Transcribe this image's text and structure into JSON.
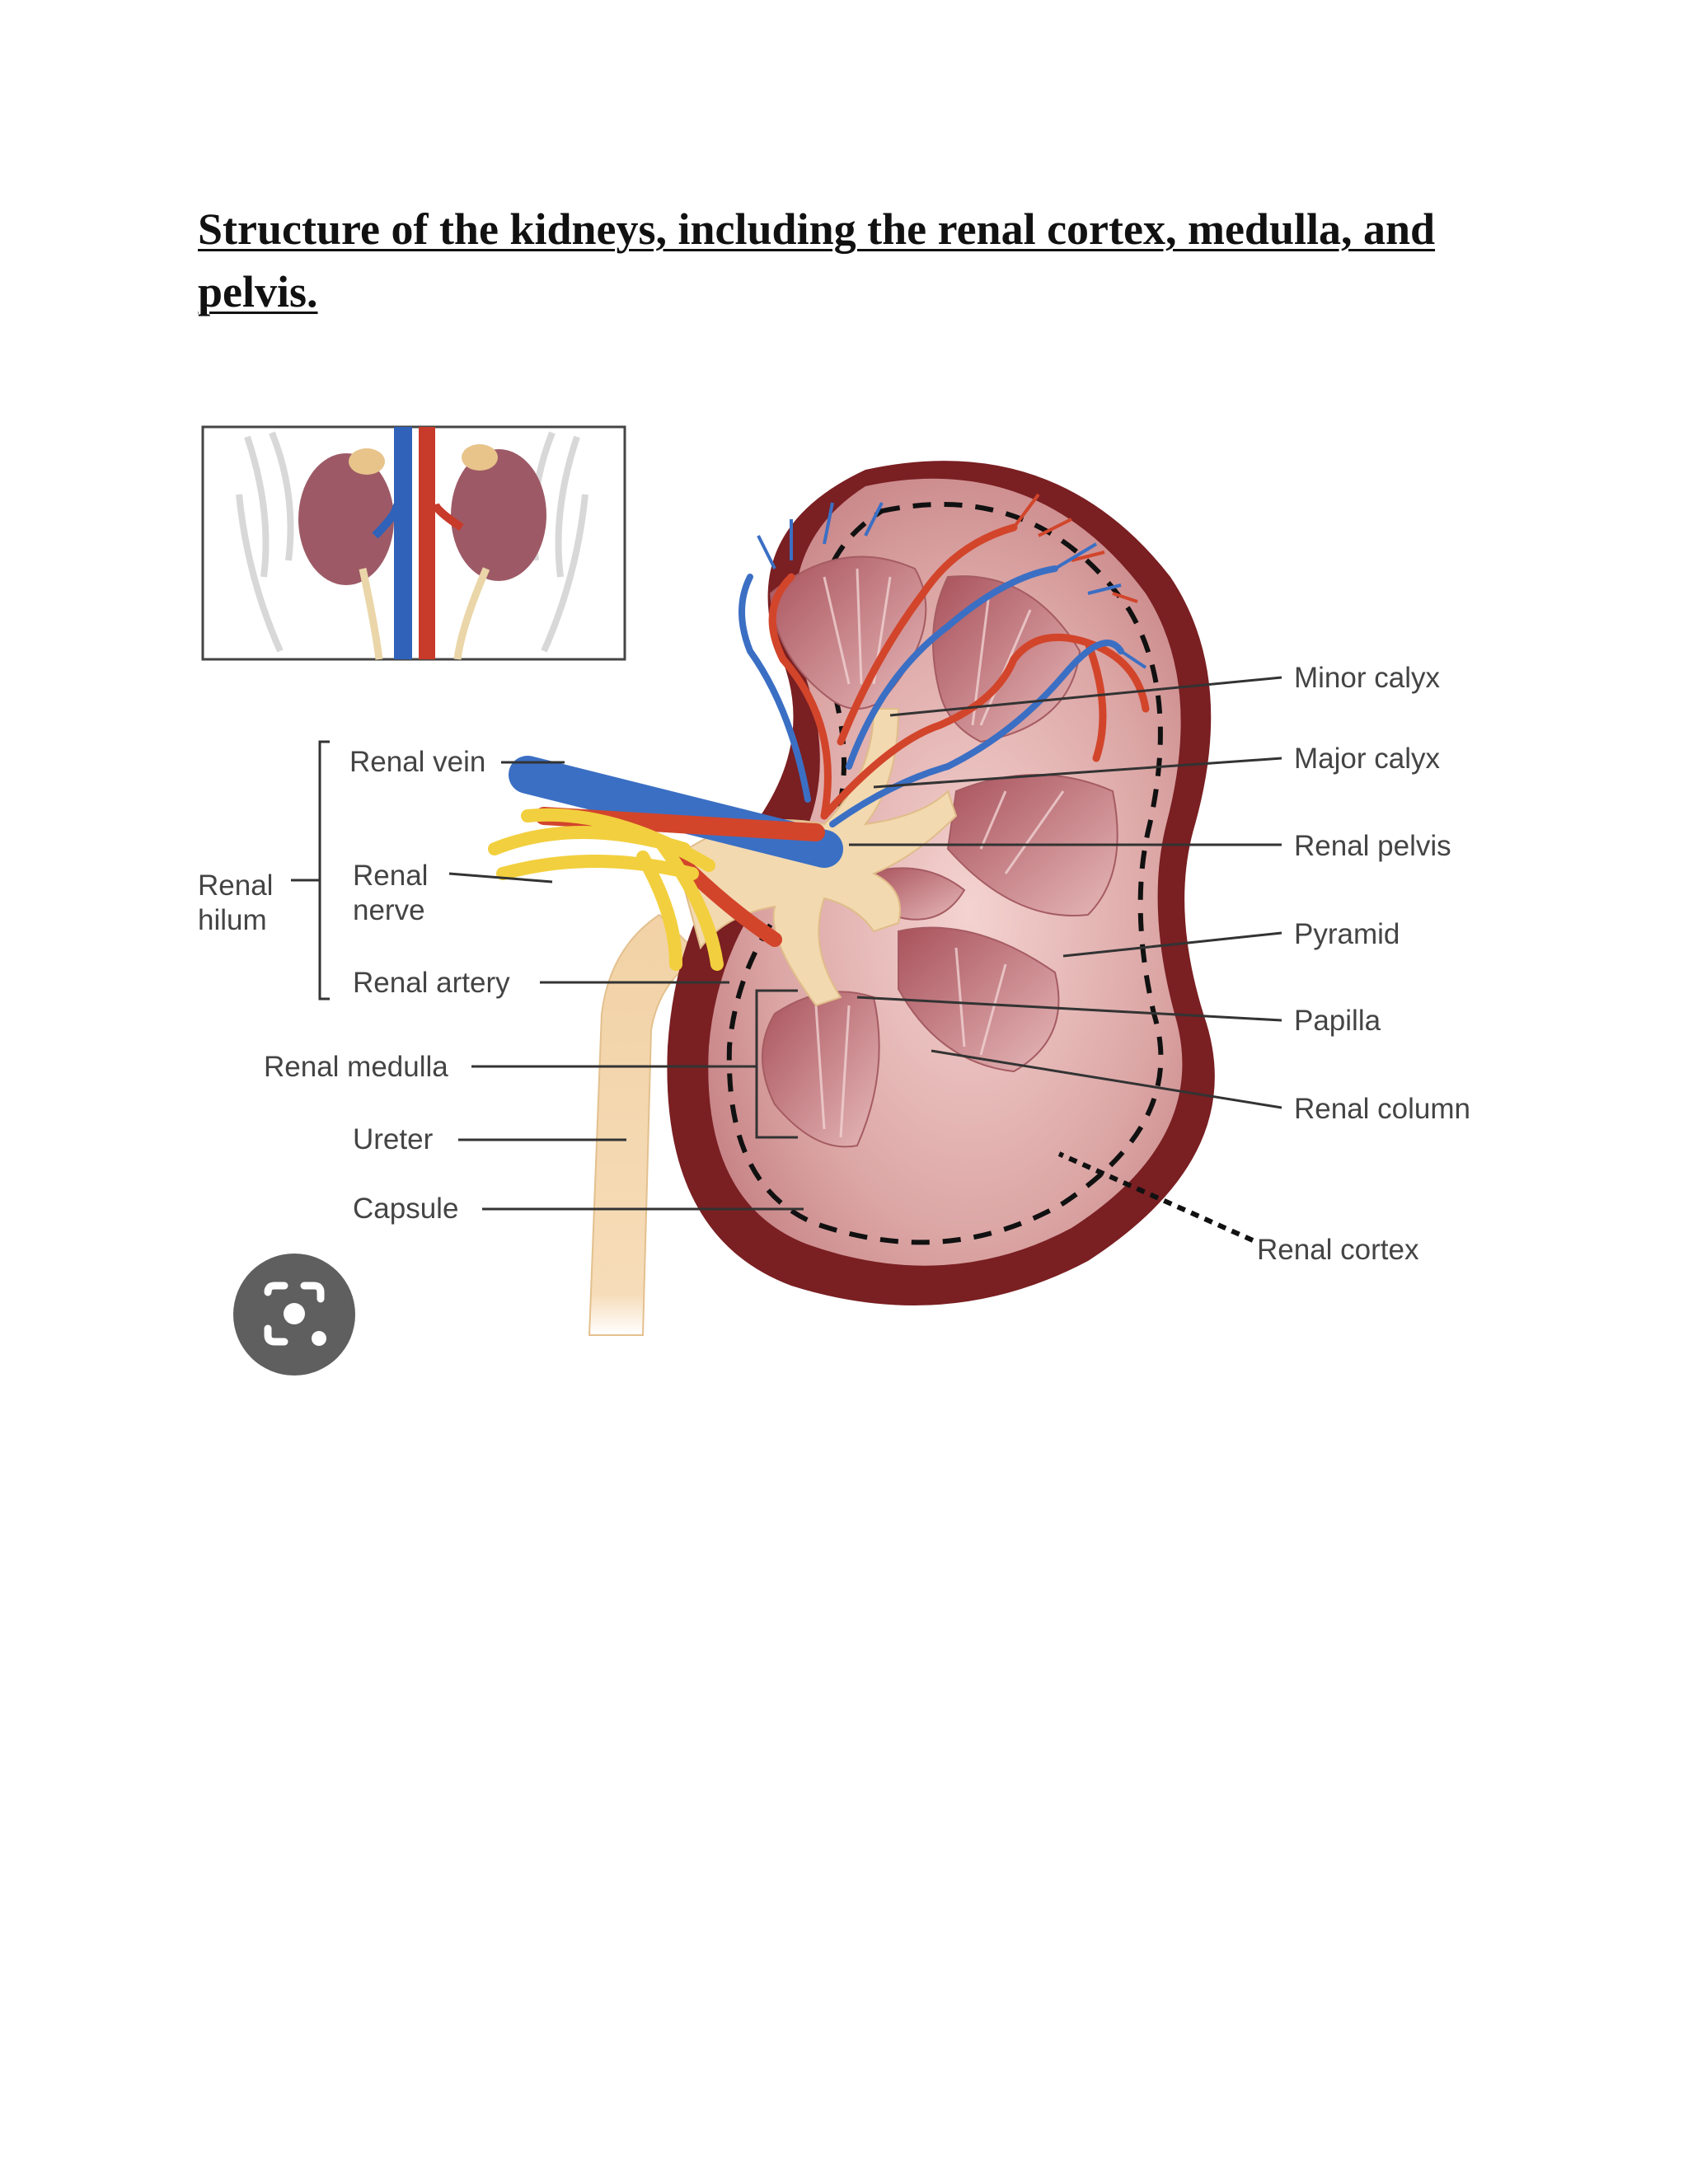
{
  "page": {
    "title": "Structure of the kidneys, including the renal cortex, medulla, and pelvis."
  },
  "diagram": {
    "labels": {
      "renal_hilum_line1": "Renal",
      "renal_hilum_line2": "hilum",
      "renal_vein": "Renal vein",
      "renal_nerve_line1": "Renal",
      "renal_nerve_line2": "nerve",
      "renal_artery": "Renal artery",
      "renal_medulla": "Renal medulla",
      "ureter": "Ureter",
      "capsule": "Capsule",
      "minor_calyx": "Minor calyx",
      "major_calyx": "Major calyx",
      "renal_pelvis": "Renal pelvis",
      "pyramid": "Pyramid",
      "papilla": "Papilla",
      "renal_column": "Renal column",
      "renal_cortex": "Renal cortex"
    },
    "colors": {
      "capsule": "#7a1f22",
      "cortex": "#d9a3a3",
      "pyramid": "#b96b72",
      "vein": "#3b6fc4",
      "artery": "#d2452b",
      "nerve": "#f2cf3e",
      "pelvis": "#f3d9b0"
    }
  },
  "lens_button": {
    "icon": "camera-lens-icon"
  }
}
